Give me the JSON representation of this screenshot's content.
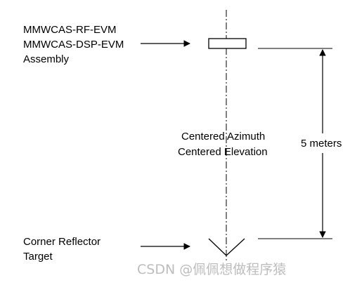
{
  "labels": {
    "assembly_line1": "MMWCAS-RF-EVM",
    "assembly_line2": "MMWCAS-DSP-EVM",
    "assembly_line3": "Assembly",
    "center_line1": "Centered Azimuth",
    "center_line2": "Centered Elevation",
    "distance": "5 meters",
    "target_line1": "Corner Reflector",
    "target_line2": "Target"
  },
  "watermark": "CSDN @佩佩想做程序猿",
  "colors": {
    "line": "#000000",
    "text": "#000000",
    "watermark": "#bdbdbd",
    "background": "#ffffff"
  }
}
